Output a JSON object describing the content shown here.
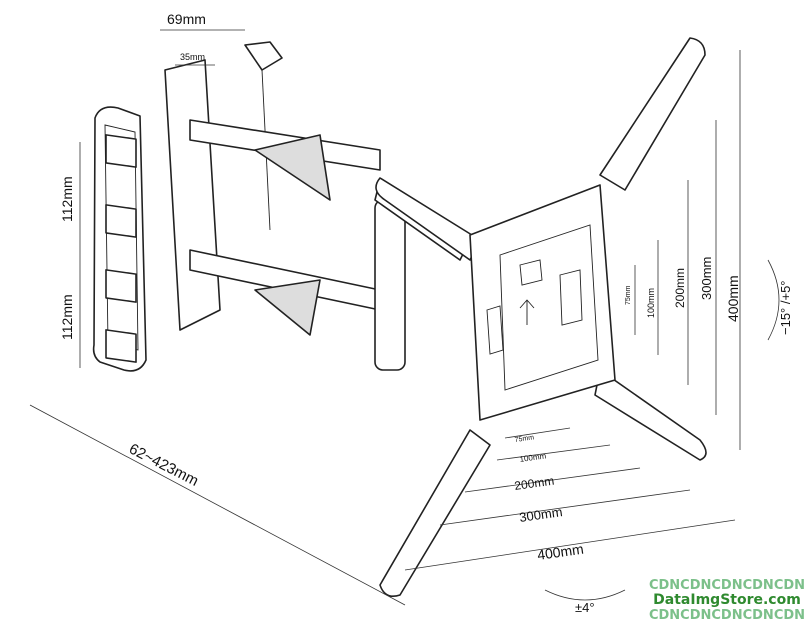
{
  "dimensions": {
    "bracket_depth": "69mm",
    "bracket_inner": "35mm",
    "wall_spacing_top": "112mm",
    "wall_spacing_bottom": "112mm",
    "extension": "62~423mm",
    "vesa_v_75": "75mm",
    "vesa_v_100": "100mm",
    "vesa_v_200": "200mm",
    "vesa_v_300": "300mm",
    "vesa_v_400": "400mm",
    "vesa_h_75": "75mm",
    "vesa_h_100": "100mm",
    "vesa_h_200": "200mm",
    "vesa_h_300": "300mm",
    "vesa_h_400": "400mm",
    "tilt": "−15° /+5°",
    "swivel": "±4°"
  },
  "watermark": {
    "line1": "CDNCDNCDNCDNCDN",
    "line2": "DataImgStore.com",
    "line3": "CDNCDNCDNCDNCDN"
  }
}
